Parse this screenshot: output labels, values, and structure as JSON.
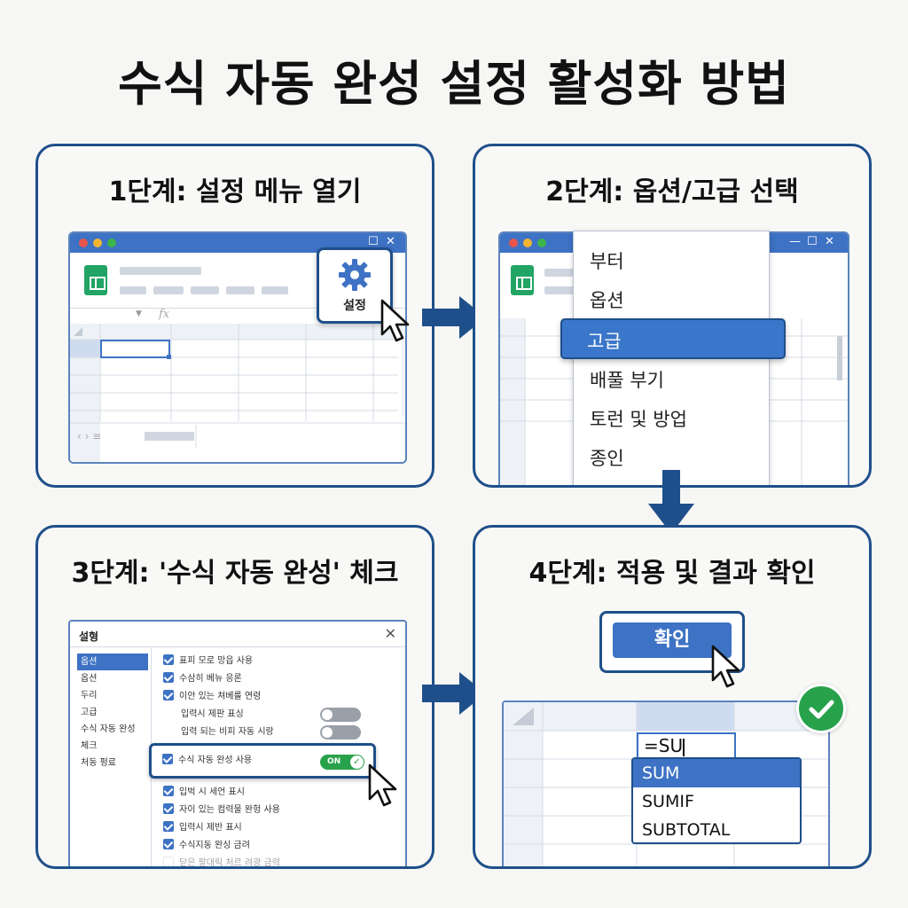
{
  "title": "수식 자동 완성 설정 활성화 방법",
  "steps": [
    {
      "title": "1단계: 설정 메뉴 열기",
      "settings_label": "설정",
      "fx_label": "fx"
    },
    {
      "title": "2단계: 옵션/고급 선택",
      "menu_items": [
        "부터",
        "옵션",
        "고급",
        "배풀 부기",
        "토런 및 방업",
        "종인"
      ],
      "selected_item": "고급"
    },
    {
      "title": "3단계: '수식 자동 완성' 체크",
      "dialog_title": "설형",
      "sidebar_items": [
        "옵션",
        "옵션",
        "두리",
        "고급",
        "수식 자동 완성",
        "체크",
        "처동 펑료"
      ],
      "options_top": [
        {
          "label": "표피 모로 망읍 사용",
          "type": "checkbox",
          "checked": true
        },
        {
          "label": "수삼히 베뉴 응론",
          "type": "checkbox",
          "checked": true
        },
        {
          "label": "이안 있는 쳐베룰 연령",
          "type": "checkbox",
          "checked": true
        },
        {
          "label": "입력시 제판 표싱",
          "type": "toggle",
          "on": false
        },
        {
          "label": "입력 되는 비피 자동 시랑",
          "type": "toggle",
          "on": false
        }
      ],
      "highlight_option": {
        "label": "수식 자동 완성 사용",
        "toggle_label": "ON",
        "checked": true
      },
      "options_bottom": [
        {
          "label": "입벅 시 세언 표시",
          "checked": true
        },
        {
          "label": "자이 있는 컴력물 완헝 사용",
          "checked": true
        },
        {
          "label": "입력시 제반 표시",
          "checked": true
        },
        {
          "label": "수식지동 완싱 금려",
          "checked": true
        },
        {
          "label": "닫은 팔대릭 처르 려광 금력",
          "checked": false
        }
      ]
    },
    {
      "title": "4단계: 적용 및 결과 확인",
      "confirm_label": "확인",
      "cell_input": "=SU",
      "suggestions": [
        "SUM",
        "SUMIF",
        "SUBTOTAL"
      ],
      "selected_suggestion": "SUM"
    }
  ],
  "colors": {
    "border": "#1f4f8a",
    "accent": "#3d72c4",
    "success": "#27a14a",
    "sheets_green": "#21a464"
  },
  "icons": [
    "gear-icon",
    "cursor-icon",
    "sheets-icon",
    "arrow-right-icon",
    "arrow-down-icon",
    "check-circle-icon",
    "close-icon"
  ]
}
